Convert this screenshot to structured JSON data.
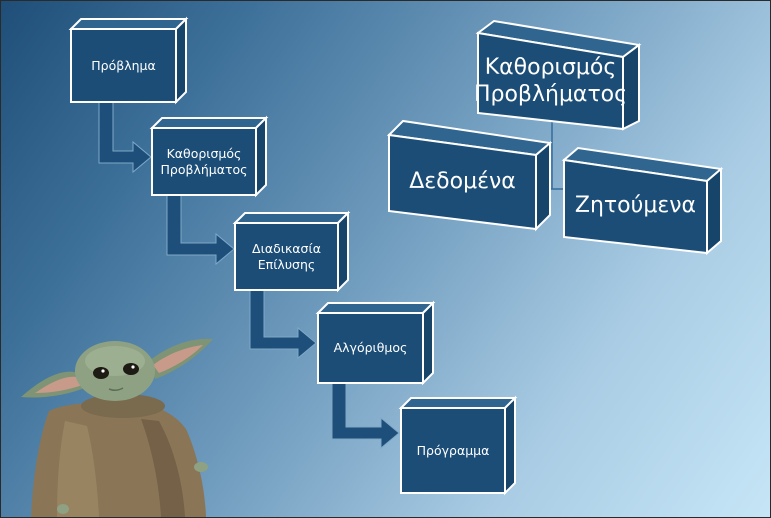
{
  "colors": {
    "box_fill": "#1b4d77",
    "box_side": "#174469",
    "box_top": "#2f658f",
    "arrow_fill": "#1d4f7a",
    "line": "#356d9b",
    "text": "#ffffff"
  },
  "process": {
    "steps": [
      {
        "label": "Πρόβλημα"
      },
      {
        "label": "Καθορισμός Προβλήματος"
      },
      {
        "label": "Διαδικασία Επίλυσης"
      },
      {
        "label": "Αλγόριθμος"
      },
      {
        "label": "Πρόγραμμα"
      }
    ]
  },
  "hierarchy": {
    "root": {
      "label": "Καθορισμός Προβλήματος"
    },
    "children": [
      {
        "label": "Δεδομένα"
      },
      {
        "label": "Ζητούμενα"
      }
    ]
  },
  "character": {
    "icon": "baby-yoda-figure"
  }
}
